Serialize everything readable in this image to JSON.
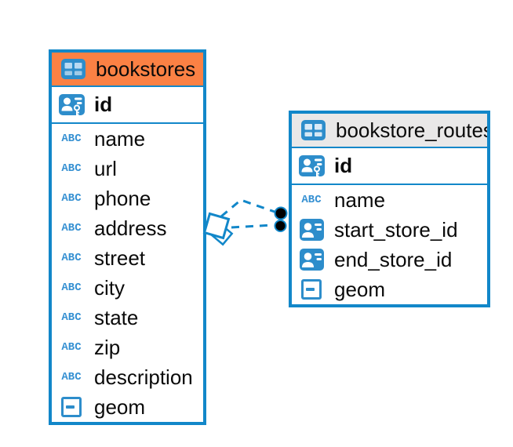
{
  "diagram_type": "database-er-diagram",
  "colors": {
    "table_border": "#1287c9",
    "bookstores_header_bg": "#fb8144",
    "bookstore_routes_header_bg": "#e9e8e8",
    "icon_blue": "#2d8dcb",
    "connector_blue": "#1287c9",
    "connector_dot": "#000000",
    "text": "#0a0a0a",
    "background": "#ffffff"
  },
  "icons": {
    "text_type_glyph": "ABC"
  },
  "tables": [
    {
      "name": "bookstores",
      "header_style": "orange",
      "columns": [
        {
          "name": "id",
          "icon": "primary-key"
        },
        {
          "name": "name",
          "icon": "text"
        },
        {
          "name": "url",
          "icon": "text"
        },
        {
          "name": "phone",
          "icon": "text"
        },
        {
          "name": "address",
          "icon": "text"
        },
        {
          "name": "street",
          "icon": "text"
        },
        {
          "name": "city",
          "icon": "text"
        },
        {
          "name": "state",
          "icon": "text"
        },
        {
          "name": "zip",
          "icon": "text"
        },
        {
          "name": "description",
          "icon": "text"
        },
        {
          "name": "geom",
          "icon": "geometry"
        }
      ]
    },
    {
      "name": "bookstore_routes",
      "header_style": "gray",
      "columns": [
        {
          "name": "id",
          "icon": "primary-key"
        },
        {
          "name": "name",
          "icon": "text"
        },
        {
          "name": "start_store_id",
          "icon": "reference"
        },
        {
          "name": "end_store_id",
          "icon": "reference"
        },
        {
          "name": "geom",
          "icon": "geometry"
        }
      ]
    }
  ],
  "relationships": [
    {
      "from": "bookstores",
      "to": "bookstore_routes",
      "line_style": "dashed",
      "from_marker": "diamond",
      "to_marker": "dot"
    },
    {
      "from": "bookstores",
      "to": "bookstore_routes",
      "line_style": "dashed",
      "from_marker": "diamond",
      "to_marker": "dot"
    }
  ]
}
